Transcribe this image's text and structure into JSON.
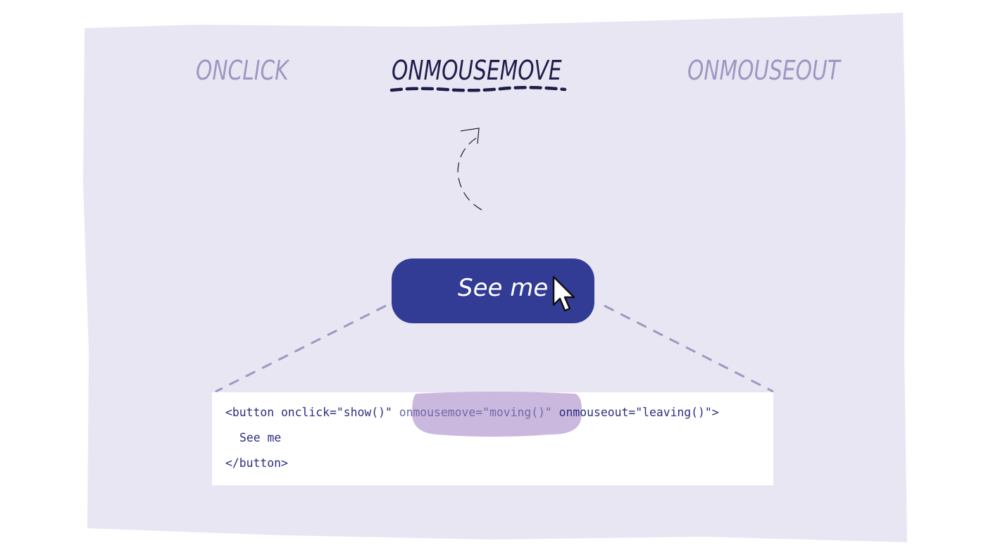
{
  "tabs": [
    {
      "label": "ONCLICK",
      "active": false
    },
    {
      "label": "ONMOUSEMOVE",
      "active": true
    },
    {
      "label": "ONMOUSEOUT",
      "active": false
    }
  ],
  "button": {
    "label": "See me"
  },
  "code": {
    "line1_before": "<button onclick=\"show()\" ",
    "line1_highlight": "onmousemove=\"moving()\"",
    "line1_after": " onmouseout=\"leaving()\">",
    "line2": "See me",
    "line3": "</button>"
  },
  "colors": {
    "paper": "#e9e6f4",
    "button": "#333c95",
    "active_tab": "#1e1e4a",
    "inactive_tab": "#9e97c2",
    "highlight": "#cbb8de",
    "code_text": "#2a2f7e",
    "connector": "#9d98bf"
  },
  "icons": [
    "mouse-cursor-icon",
    "curved-arrow-icon"
  ]
}
